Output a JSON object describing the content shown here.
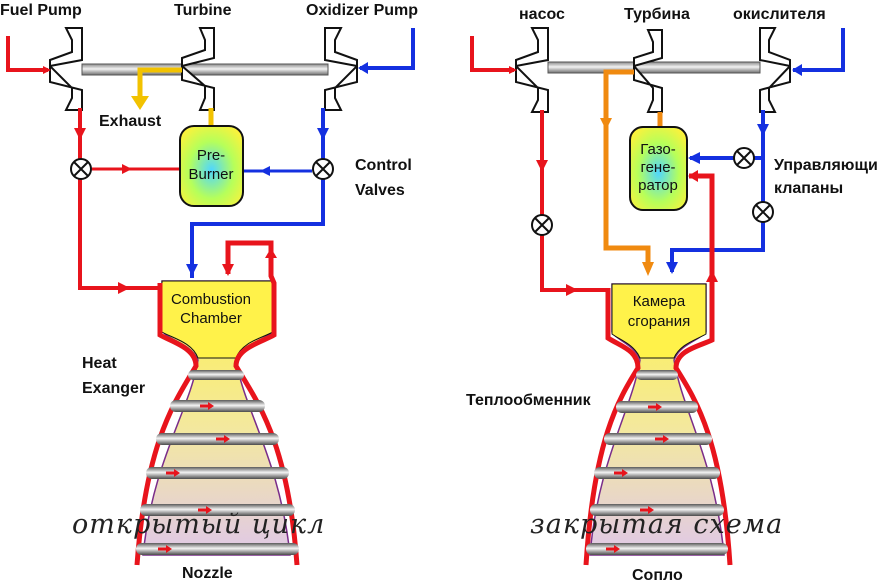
{
  "left": {
    "labels": {
      "fuel_pump": "Fuel Pump",
      "turbine": "Turbine",
      "oxidizer_pump": "Oxidizer Pump",
      "exhaust": "Exhaust",
      "control_1": "Control",
      "control_2": "Valves",
      "heat_1": "Heat",
      "heat_2": "Exanger",
      "nozzle": "Nozzle"
    },
    "preburner": [
      "Pre-",
      "Burner"
    ],
    "chamber": [
      "Combustion",
      "Chamber"
    ],
    "handwriting": "открытый цикл"
  },
  "right": {
    "labels": {
      "pump": "насос",
      "turbine": "Турбина",
      "oxidizer": "окислителя",
      "control_1": "Управляющи",
      "control_2": "клапаны",
      "heat": "Теплообменник",
      "nozzle": "Сопло"
    },
    "gasgen": [
      "Газо-",
      "гене-",
      "ратор"
    ],
    "chamber": [
      "Камера",
      "сгорания"
    ],
    "handwriting": "закрытая схема"
  },
  "colors": {
    "fuel": "#e8141c",
    "oxidizer": "#1430e0",
    "exhaust_open": "#f2c200",
    "exhaust_closed": "#f08a10",
    "chamber_fill": "#fff24a",
    "preburner_gradient": [
      "#4fd6ff",
      "#b6ff5a",
      "#fff13a"
    ]
  }
}
